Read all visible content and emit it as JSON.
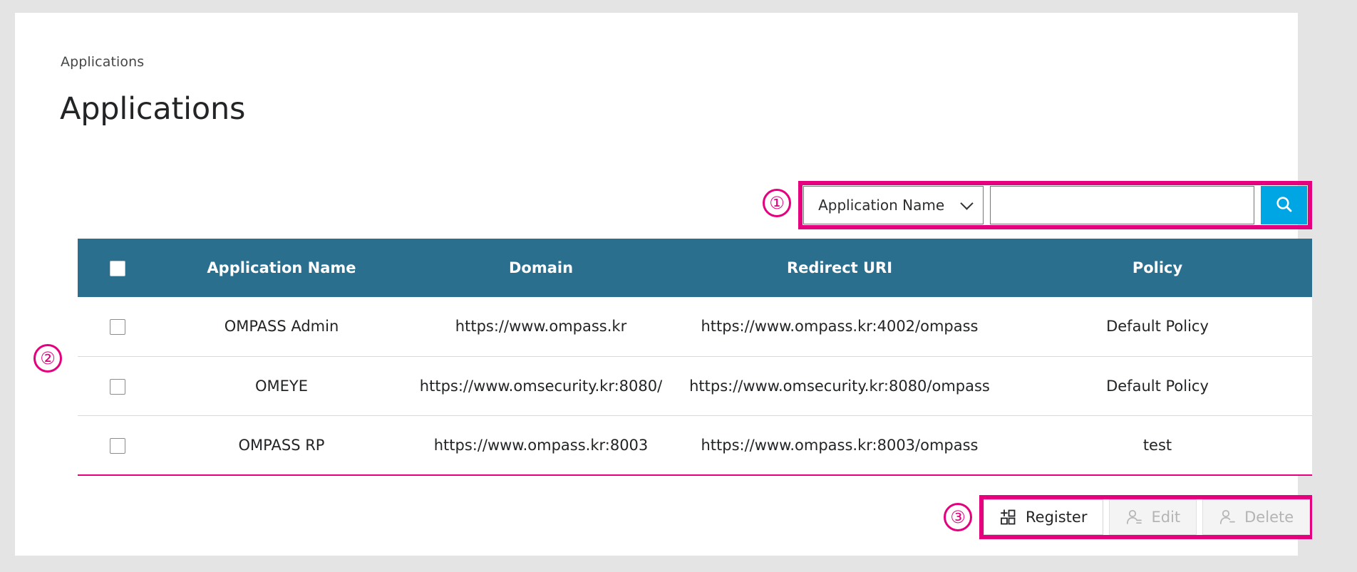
{
  "page": {
    "breadcrumb": "Applications",
    "title": "Applications",
    "accent_color": "#e5007e",
    "header_color": "#2a6f8e",
    "search_button_color": "#00a5e3",
    "background_color": "#e4e4e4"
  },
  "markers": {
    "one": "①",
    "two": "②",
    "three": "③"
  },
  "search": {
    "field_selected": "Application Name",
    "field_options": [
      "Application Name"
    ],
    "query_value": "",
    "placeholder": "",
    "search_icon": "search-icon",
    "chevron_icon": "chevron-down-icon"
  },
  "table": {
    "select_all_checkbox": "unchecked",
    "columns": [
      {
        "key": "check",
        "label": ""
      },
      {
        "key": "name",
        "label": "Application Name"
      },
      {
        "key": "domain",
        "label": "Domain"
      },
      {
        "key": "uri",
        "label": "Redirect URI"
      },
      {
        "key": "policy",
        "label": "Policy"
      }
    ],
    "rows": [
      {
        "checked": false,
        "name": "OMPASS Admin",
        "domain": "https://www.ompass.kr",
        "uri": "https://www.ompass.kr:4002/ompass",
        "policy": "Default Policy"
      },
      {
        "checked": false,
        "name": "OMEYE",
        "domain": "https://www.omsecurity.kr:8080/",
        "uri": "https://www.omsecurity.kr:8080/ompass",
        "policy": "Default Policy"
      },
      {
        "checked": false,
        "name": "OMPASS RP",
        "domain": "https://www.ompass.kr:8003",
        "uri": "https://www.ompass.kr:8003/ompass",
        "policy": "test"
      }
    ]
  },
  "actions": [
    {
      "label": "Register",
      "icon": "grid-add-icon",
      "disabled": false
    },
    {
      "label": "Edit",
      "icon": "user-edit-icon",
      "disabled": true
    },
    {
      "label": "Delete",
      "icon": "user-minus-icon",
      "disabled": true
    }
  ]
}
